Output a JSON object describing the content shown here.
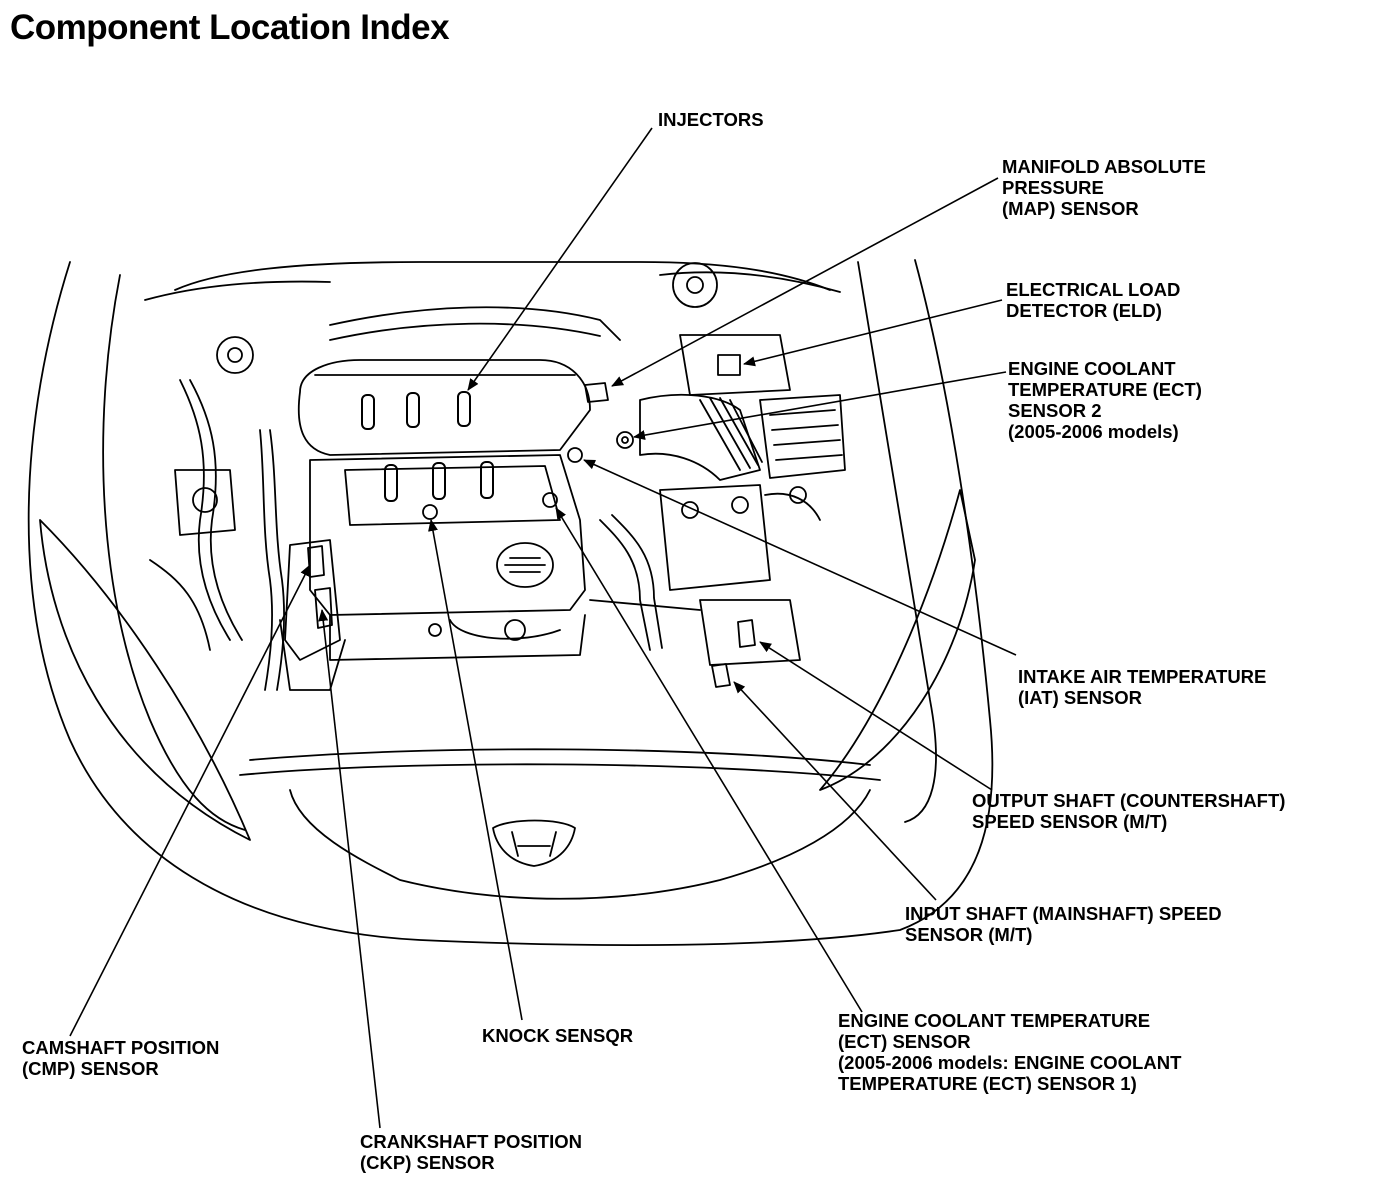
{
  "title": "Component Location Index",
  "labels": {
    "injectors": [
      "INJECTORS"
    ],
    "map_sensor": [
      "MANIFOLD ABSOLUTE",
      "PRESSURE",
      "(MAP) SENSOR"
    ],
    "eld": [
      "ELECTRICAL LOAD",
      "DETECTOR (ELD)"
    ],
    "ect2": [
      "ENGINE COOLANT",
      "TEMPERATURE (ECT)",
      "SENSOR 2",
      "(2005-2006 models)"
    ],
    "iat": [
      "INTAKE AIR TEMPERATURE",
      "(IAT) SENSOR"
    ],
    "output_shaft": [
      "OUTPUT SHAFT (COUNTERSHAFT)",
      "SPEED SENSOR (M/T)"
    ],
    "input_shaft": [
      "INPUT SHAFT (MAINSHAFT) SPEED",
      "SENSOR (M/T)"
    ],
    "ect": [
      "ENGINE COOLANT TEMPERATURE",
      "(ECT) SENSOR",
      "(2005-2006 models: ENGINE COOLANT",
      "TEMPERATURE (ECT) SENSOR 1)"
    ],
    "knock": [
      "KNOCK SENSQR"
    ],
    "cmp": [
      "CAMSHAFT POSITION",
      "(CMP) SENSOR"
    ],
    "ckp": [
      "CRANKSHAFT POSITION",
      "(CKP) SENSOR"
    ]
  }
}
